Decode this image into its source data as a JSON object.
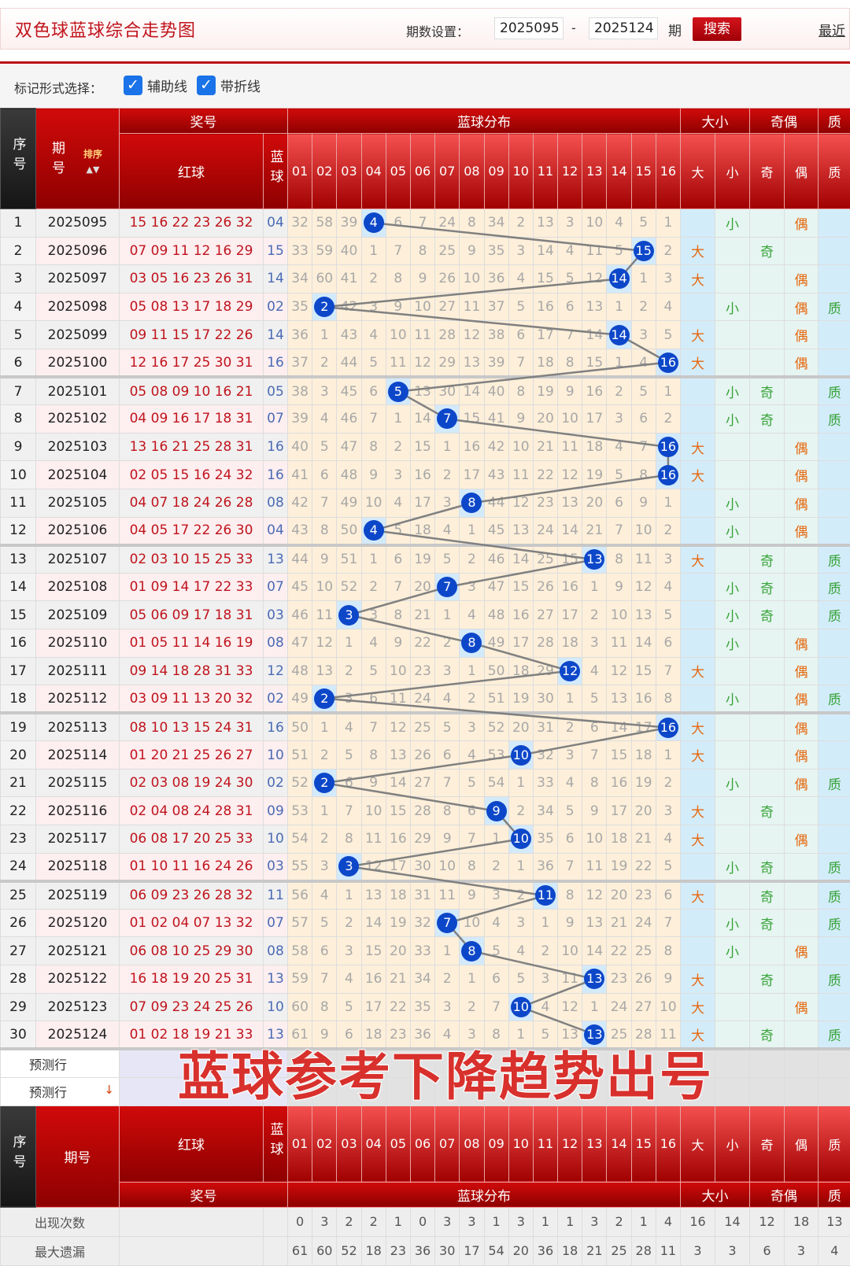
{
  "header": {
    "title": "双色球蓝球综合走势图",
    "period_label": "期数设置：",
    "from": "2025095",
    "dash": "-",
    "to": "2025124",
    "unit": "期",
    "search": "搜索",
    "recent": "最近"
  },
  "options": {
    "label": "标记形式选择：",
    "checkboxes": [
      {
        "label": "辅助线",
        "checked": true
      },
      {
        "label": "带折线",
        "checked": true
      }
    ]
  },
  "columns": {
    "seq": "序号",
    "issue": "期号",
    "sort": "排序",
    "prize": "奖号",
    "red": "红球",
    "blue": "蓝球",
    "dist": "蓝球分布",
    "size": "大小",
    "big": "大",
    "small": "小",
    "parity": "奇偶",
    "odd": "奇",
    "even": "偶",
    "prime": "质",
    "numbers": [
      "01",
      "02",
      "03",
      "04",
      "05",
      "06",
      "07",
      "08",
      "09",
      "10",
      "11",
      "12",
      "13",
      "14",
      "15",
      "16"
    ]
  },
  "colors": {
    "header_red": "#c00000",
    "ball_blue": "#0d47c9",
    "red_text": "#c0141c",
    "big_even": "#e5680f",
    "small_odd_prime": "#37a337"
  },
  "rows": [
    {
      "seq": "1",
      "issue": "2025095",
      "red": "15 16 22 23 26 32",
      "blue": "04",
      "size": "小",
      "parity": "偶",
      "prime": "",
      "miss": [
        32,
        58,
        39,
        null,
        6,
        7,
        24,
        8,
        34,
        2,
        13,
        3,
        10,
        4,
        5,
        1
      ]
    },
    {
      "seq": "2",
      "issue": "2025096",
      "red": "07 09 11 12 16 29",
      "blue": "15",
      "size": "大",
      "parity": "奇",
      "prime": "",
      "miss": [
        33,
        59,
        40,
        1,
        7,
        8,
        25,
        9,
        35,
        3,
        14,
        4,
        11,
        5,
        null,
        2
      ]
    },
    {
      "seq": "3",
      "issue": "2025097",
      "red": "03 05 16 23 26 31",
      "blue": "14",
      "size": "大",
      "parity": "偶",
      "prime": "",
      "miss": [
        34,
        60,
        41,
        2,
        8,
        9,
        26,
        10,
        36,
        4,
        15,
        5,
        12,
        null,
        1,
        3
      ]
    },
    {
      "seq": "4",
      "issue": "2025098",
      "red": "05 08 13 17 18 29",
      "blue": "02",
      "size": "小",
      "parity": "偶",
      "prime": "质",
      "miss": [
        35,
        null,
        42,
        3,
        9,
        10,
        27,
        11,
        37,
        5,
        16,
        6,
        13,
        1,
        2,
        4
      ]
    },
    {
      "seq": "5",
      "issue": "2025099",
      "red": "09 11 15 17 22 26",
      "blue": "14",
      "size": "大",
      "parity": "偶",
      "prime": "",
      "miss": [
        36,
        1,
        43,
        4,
        10,
        11,
        28,
        12,
        38,
        6,
        17,
        7,
        14,
        null,
        3,
        5
      ]
    },
    {
      "seq": "6",
      "issue": "2025100",
      "red": "12 16 17 25 30 31",
      "blue": "16",
      "size": "大",
      "parity": "偶",
      "prime": "",
      "miss": [
        37,
        2,
        44,
        5,
        11,
        12,
        29,
        13,
        39,
        7,
        18,
        8,
        15,
        1,
        4,
        null
      ]
    },
    {
      "seq": "7",
      "issue": "2025101",
      "red": "05 08 09 10 16 21",
      "blue": "05",
      "size": "小",
      "parity": "奇",
      "prime": "质",
      "miss": [
        38,
        3,
        45,
        6,
        null,
        13,
        30,
        14,
        40,
        8,
        19,
        9,
        16,
        2,
        5,
        1
      ]
    },
    {
      "seq": "8",
      "issue": "2025102",
      "red": "04 09 16 17 18 31",
      "blue": "07",
      "size": "小",
      "parity": "奇",
      "prime": "质",
      "miss": [
        39,
        4,
        46,
        7,
        1,
        14,
        null,
        15,
        41,
        9,
        20,
        10,
        17,
        3,
        6,
        2
      ]
    },
    {
      "seq": "9",
      "issue": "2025103",
      "red": "13 16 21 25 28 31",
      "blue": "16",
      "size": "大",
      "parity": "偶",
      "prime": "",
      "miss": [
        40,
        5,
        47,
        8,
        2,
        15,
        1,
        16,
        42,
        10,
        21,
        11,
        18,
        4,
        7,
        null
      ]
    },
    {
      "seq": "10",
      "issue": "2025104",
      "red": "02 05 15 16 24 32",
      "blue": "16",
      "size": "大",
      "parity": "偶",
      "prime": "",
      "miss": [
        41,
        6,
        48,
        9,
        3,
        16,
        2,
        17,
        43,
        11,
        22,
        12,
        19,
        5,
        8,
        null
      ]
    },
    {
      "seq": "11",
      "issue": "2025105",
      "red": "04 07 18 24 26 28",
      "blue": "08",
      "size": "小",
      "parity": "偶",
      "prime": "",
      "miss": [
        42,
        7,
        49,
        10,
        4,
        17,
        3,
        null,
        44,
        12,
        23,
        13,
        20,
        6,
        9,
        1
      ]
    },
    {
      "seq": "12",
      "issue": "2025106",
      "red": "04 05 17 22 26 30",
      "blue": "04",
      "size": "小",
      "parity": "偶",
      "prime": "",
      "miss": [
        43,
        8,
        50,
        null,
        5,
        18,
        4,
        1,
        45,
        13,
        24,
        14,
        21,
        7,
        10,
        2
      ]
    },
    {
      "seq": "13",
      "issue": "2025107",
      "red": "02 03 10 15 25 33",
      "blue": "13",
      "size": "大",
      "parity": "奇",
      "prime": "质",
      "miss": [
        44,
        9,
        51,
        1,
        6,
        19,
        5,
        2,
        46,
        14,
        25,
        15,
        null,
        8,
        11,
        3
      ]
    },
    {
      "seq": "14",
      "issue": "2025108",
      "red": "01 09 14 17 22 33",
      "blue": "07",
      "size": "小",
      "parity": "奇",
      "prime": "质",
      "miss": [
        45,
        10,
        52,
        2,
        7,
        20,
        null,
        3,
        47,
        15,
        26,
        16,
        1,
        9,
        12,
        4
      ]
    },
    {
      "seq": "15",
      "issue": "2025109",
      "red": "05 06 09 17 18 31",
      "blue": "03",
      "size": "小",
      "parity": "奇",
      "prime": "质",
      "miss": [
        46,
        11,
        null,
        3,
        8,
        21,
        1,
        4,
        48,
        16,
        27,
        17,
        2,
        10,
        13,
        5
      ]
    },
    {
      "seq": "16",
      "issue": "2025110",
      "red": "01 05 11 14 16 19",
      "blue": "08",
      "size": "小",
      "parity": "偶",
      "prime": "",
      "miss": [
        47,
        12,
        1,
        4,
        9,
        22,
        2,
        null,
        49,
        17,
        28,
        18,
        3,
        11,
        14,
        6
      ]
    },
    {
      "seq": "17",
      "issue": "2025111",
      "red": "09 14 18 28 31 33",
      "blue": "12",
      "size": "大",
      "parity": "偶",
      "prime": "",
      "miss": [
        48,
        13,
        2,
        5,
        10,
        23,
        3,
        1,
        50,
        18,
        29,
        null,
        4,
        12,
        15,
        7
      ]
    },
    {
      "seq": "18",
      "issue": "2025112",
      "red": "03 09 11 13 20 32",
      "blue": "02",
      "size": "小",
      "parity": "偶",
      "prime": "质",
      "miss": [
        49,
        null,
        3,
        6,
        11,
        24,
        4,
        2,
        51,
        19,
        30,
        1,
        5,
        13,
        16,
        8
      ]
    },
    {
      "seq": "19",
      "issue": "2025113",
      "red": "08 10 13 15 24 31",
      "blue": "16",
      "size": "大",
      "parity": "偶",
      "prime": "",
      "miss": [
        50,
        1,
        4,
        7,
        12,
        25,
        5,
        3,
        52,
        20,
        31,
        2,
        6,
        14,
        17,
        null
      ]
    },
    {
      "seq": "20",
      "issue": "2025114",
      "red": "01 20 21 25 26 27",
      "blue": "10",
      "size": "大",
      "parity": "偶",
      "prime": "",
      "miss": [
        51,
        2,
        5,
        8,
        13,
        26,
        6,
        4,
        53,
        null,
        32,
        3,
        7,
        15,
        18,
        1
      ]
    },
    {
      "seq": "21",
      "issue": "2025115",
      "red": "02 03 08 19 24 30",
      "blue": "02",
      "size": "小",
      "parity": "偶",
      "prime": "质",
      "miss": [
        52,
        null,
        6,
        9,
        14,
        27,
        7,
        5,
        54,
        1,
        33,
        4,
        8,
        16,
        19,
        2
      ]
    },
    {
      "seq": "22",
      "issue": "2025116",
      "red": "02 04 08 24 28 31",
      "blue": "09",
      "size": "大",
      "parity": "奇",
      "prime": "",
      "miss": [
        53,
        1,
        7,
        10,
        15,
        28,
        8,
        6,
        null,
        2,
        34,
        5,
        9,
        17,
        20,
        3
      ]
    },
    {
      "seq": "23",
      "issue": "2025117",
      "red": "06 08 17 20 25 33",
      "blue": "10",
      "size": "大",
      "parity": "偶",
      "prime": "",
      "miss": [
        54,
        2,
        8,
        11,
        16,
        29,
        9,
        7,
        1,
        null,
        35,
        6,
        10,
        18,
        21,
        4
      ]
    },
    {
      "seq": "24",
      "issue": "2025118",
      "red": "01 10 11 16 24 26",
      "blue": "03",
      "size": "小",
      "parity": "奇",
      "prime": "质",
      "miss": [
        55,
        3,
        null,
        12,
        17,
        30,
        10,
        8,
        2,
        1,
        36,
        7,
        11,
        19,
        22,
        5
      ]
    },
    {
      "seq": "25",
      "issue": "2025119",
      "red": "06 09 23 26 28 32",
      "blue": "11",
      "size": "大",
      "parity": "奇",
      "prime": "质",
      "miss": [
        56,
        4,
        1,
        13,
        18,
        31,
        11,
        9,
        3,
        2,
        null,
        8,
        12,
        20,
        23,
        6
      ]
    },
    {
      "seq": "26",
      "issue": "2025120",
      "red": "01 02 04 07 13 32",
      "blue": "07",
      "size": "小",
      "parity": "奇",
      "prime": "质",
      "miss": [
        57,
        5,
        2,
        14,
        19,
        32,
        null,
        10,
        4,
        3,
        1,
        9,
        13,
        21,
        24,
        7
      ]
    },
    {
      "seq": "27",
      "issue": "2025121",
      "red": "06 08 10 25 29 30",
      "blue": "08",
      "size": "小",
      "parity": "偶",
      "prime": "",
      "miss": [
        58,
        6,
        3,
        15,
        20,
        33,
        1,
        null,
        5,
        4,
        2,
        10,
        14,
        22,
        25,
        8
      ]
    },
    {
      "seq": "28",
      "issue": "2025122",
      "red": "16 18 19 20 25 31",
      "blue": "13",
      "size": "大",
      "parity": "奇",
      "prime": "质",
      "miss": [
        59,
        7,
        4,
        16,
        21,
        34,
        2,
        1,
        6,
        5,
        3,
        11,
        null,
        23,
        26,
        9
      ]
    },
    {
      "seq": "29",
      "issue": "2025123",
      "red": "07 09 23 24 25 26",
      "blue": "10",
      "size": "大",
      "parity": "偶",
      "prime": "",
      "miss": [
        60,
        8,
        5,
        17,
        22,
        35,
        3,
        2,
        7,
        null,
        4,
        12,
        1,
        24,
        27,
        10
      ]
    },
    {
      "seq": "30",
      "issue": "2025124",
      "red": "01 02 18 19 21 33",
      "blue": "13",
      "size": "大",
      "parity": "奇",
      "prime": "质",
      "miss": [
        61,
        9,
        6,
        18,
        23,
        36,
        4,
        3,
        8,
        1,
        5,
        13,
        null,
        25,
        28,
        11
      ]
    }
  ],
  "predict": [
    "预测行",
    "预测行"
  ],
  "stats": [
    {
      "label": "出现次数",
      "values": [
        0,
        3,
        2,
        2,
        1,
        0,
        3,
        3,
        1,
        3,
        1,
        1,
        3,
        2,
        1,
        4,
        16,
        14,
        12,
        18,
        13
      ]
    },
    {
      "label": "最大遗漏",
      "values": [
        61,
        60,
        52,
        18,
        23,
        36,
        30,
        17,
        54,
        20,
        36,
        18,
        21,
        25,
        28,
        11,
        3,
        3,
        6,
        3,
        4
      ]
    }
  ],
  "overlay": "蓝球参考下降趋势出号"
}
